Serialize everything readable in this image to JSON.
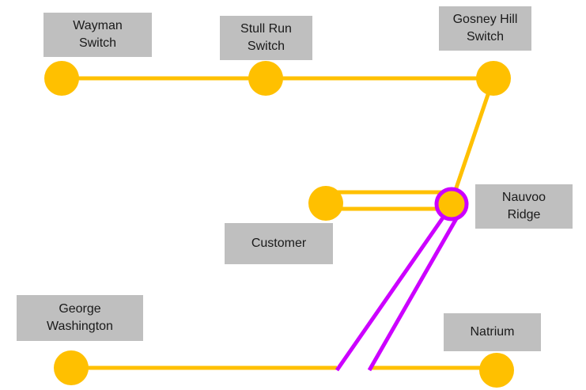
{
  "colors": {
    "line": "#FFC000",
    "node": "#FFC000",
    "highlight": "#CC00FF",
    "label_bg": "#BFBFBF"
  },
  "labels": {
    "wayman": "Wayman\nSwitch",
    "stull_run": "Stull Run\nSwitch",
    "gosney_hill": "Gosney Hill\nSwitch",
    "nauvoo_ridge": "Nauvoo\nRidge",
    "customer": "Customer",
    "george_washington": "George\nWashington",
    "natrium": "Natrium"
  }
}
